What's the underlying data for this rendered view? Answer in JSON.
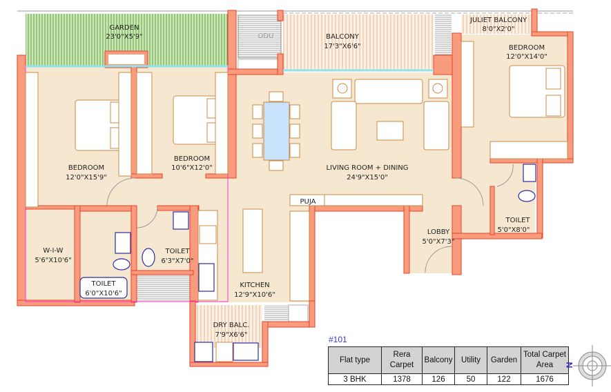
{
  "rooms": {
    "garden": {
      "name": "GARDEN",
      "size": "23'0\"X5'9\""
    },
    "bedroom1": {
      "name": "BEDROOM",
      "size": "12'0\"X15'9\""
    },
    "bedroom2": {
      "name": "BEDROOM",
      "size": "10'6\"X12'0\""
    },
    "balcony": {
      "name": "BALCONY",
      "size": "17'3\"X6'6\""
    },
    "juliet": {
      "name": "JULIET BALCONY",
      "size": "8'0\"X2'0\""
    },
    "bedroom3": {
      "name": "BEDROOM",
      "size": "12'0\"X14'0\""
    },
    "living": {
      "name": "LIVING ROOM + DINING",
      "size": "24'9\"X15'0\""
    },
    "puja": {
      "name": "PUJA"
    },
    "lobby": {
      "name": "LOBBY",
      "size": "5'0\"X7'3\""
    },
    "toilet3": {
      "name": "TOILET",
      "size": "5'0\"X8'0\""
    },
    "wiw": {
      "name": "W-I-W",
      "size": "5'6\"X10'6\""
    },
    "toilet2": {
      "name": "TOILET",
      "size": "6'3\"X7'0\""
    },
    "toilet1": {
      "name": "TOILET",
      "size": "6'0\"X10'6\""
    },
    "kitchen": {
      "name": "KITCHEN",
      "size": "12'9\"X10'6\""
    },
    "drybalc": {
      "name": "DRY BALC.",
      "size": "7'9\"X6'6\""
    },
    "odu": {
      "name": "ODU"
    }
  },
  "flat_no": "#101",
  "table": {
    "headers": [
      "Flat type",
      "Rera Carpet",
      "Balcony",
      "Utility",
      "Garden",
      "Total Carpet Area"
    ],
    "row": [
      "3 BHK",
      "1378",
      "126",
      "50",
      "122",
      "1676"
    ]
  },
  "compass": {
    "north_label": "N"
  }
}
